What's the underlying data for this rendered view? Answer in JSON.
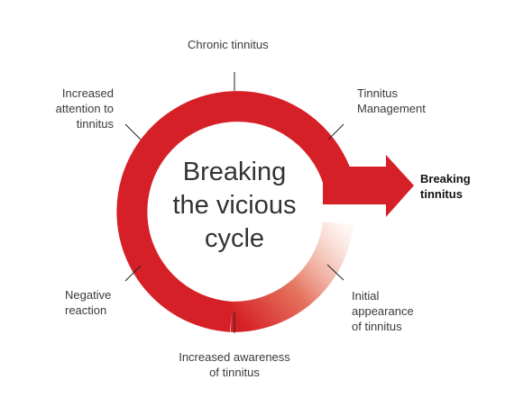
{
  "center": "Breaking\nthe vicious\ncycle",
  "labels": {
    "chronic": "Chronic tinnitus",
    "increased_attention": "Increased\nattention to\ntinnitus",
    "management": "Tinnitus\nManagement",
    "breaking": "Breaking\ntinnitus",
    "negative_reaction": "Negative\nreaction",
    "increased_awareness": "Increased awareness\nof tinnitus",
    "initial_appearance": "Initial\nappearance\nof tinnitus"
  },
  "colors": {
    "ring": "#d62027",
    "ring_fade": "#f8dcd2",
    "text": "#3a3a3a",
    "tick": "#222222"
  }
}
